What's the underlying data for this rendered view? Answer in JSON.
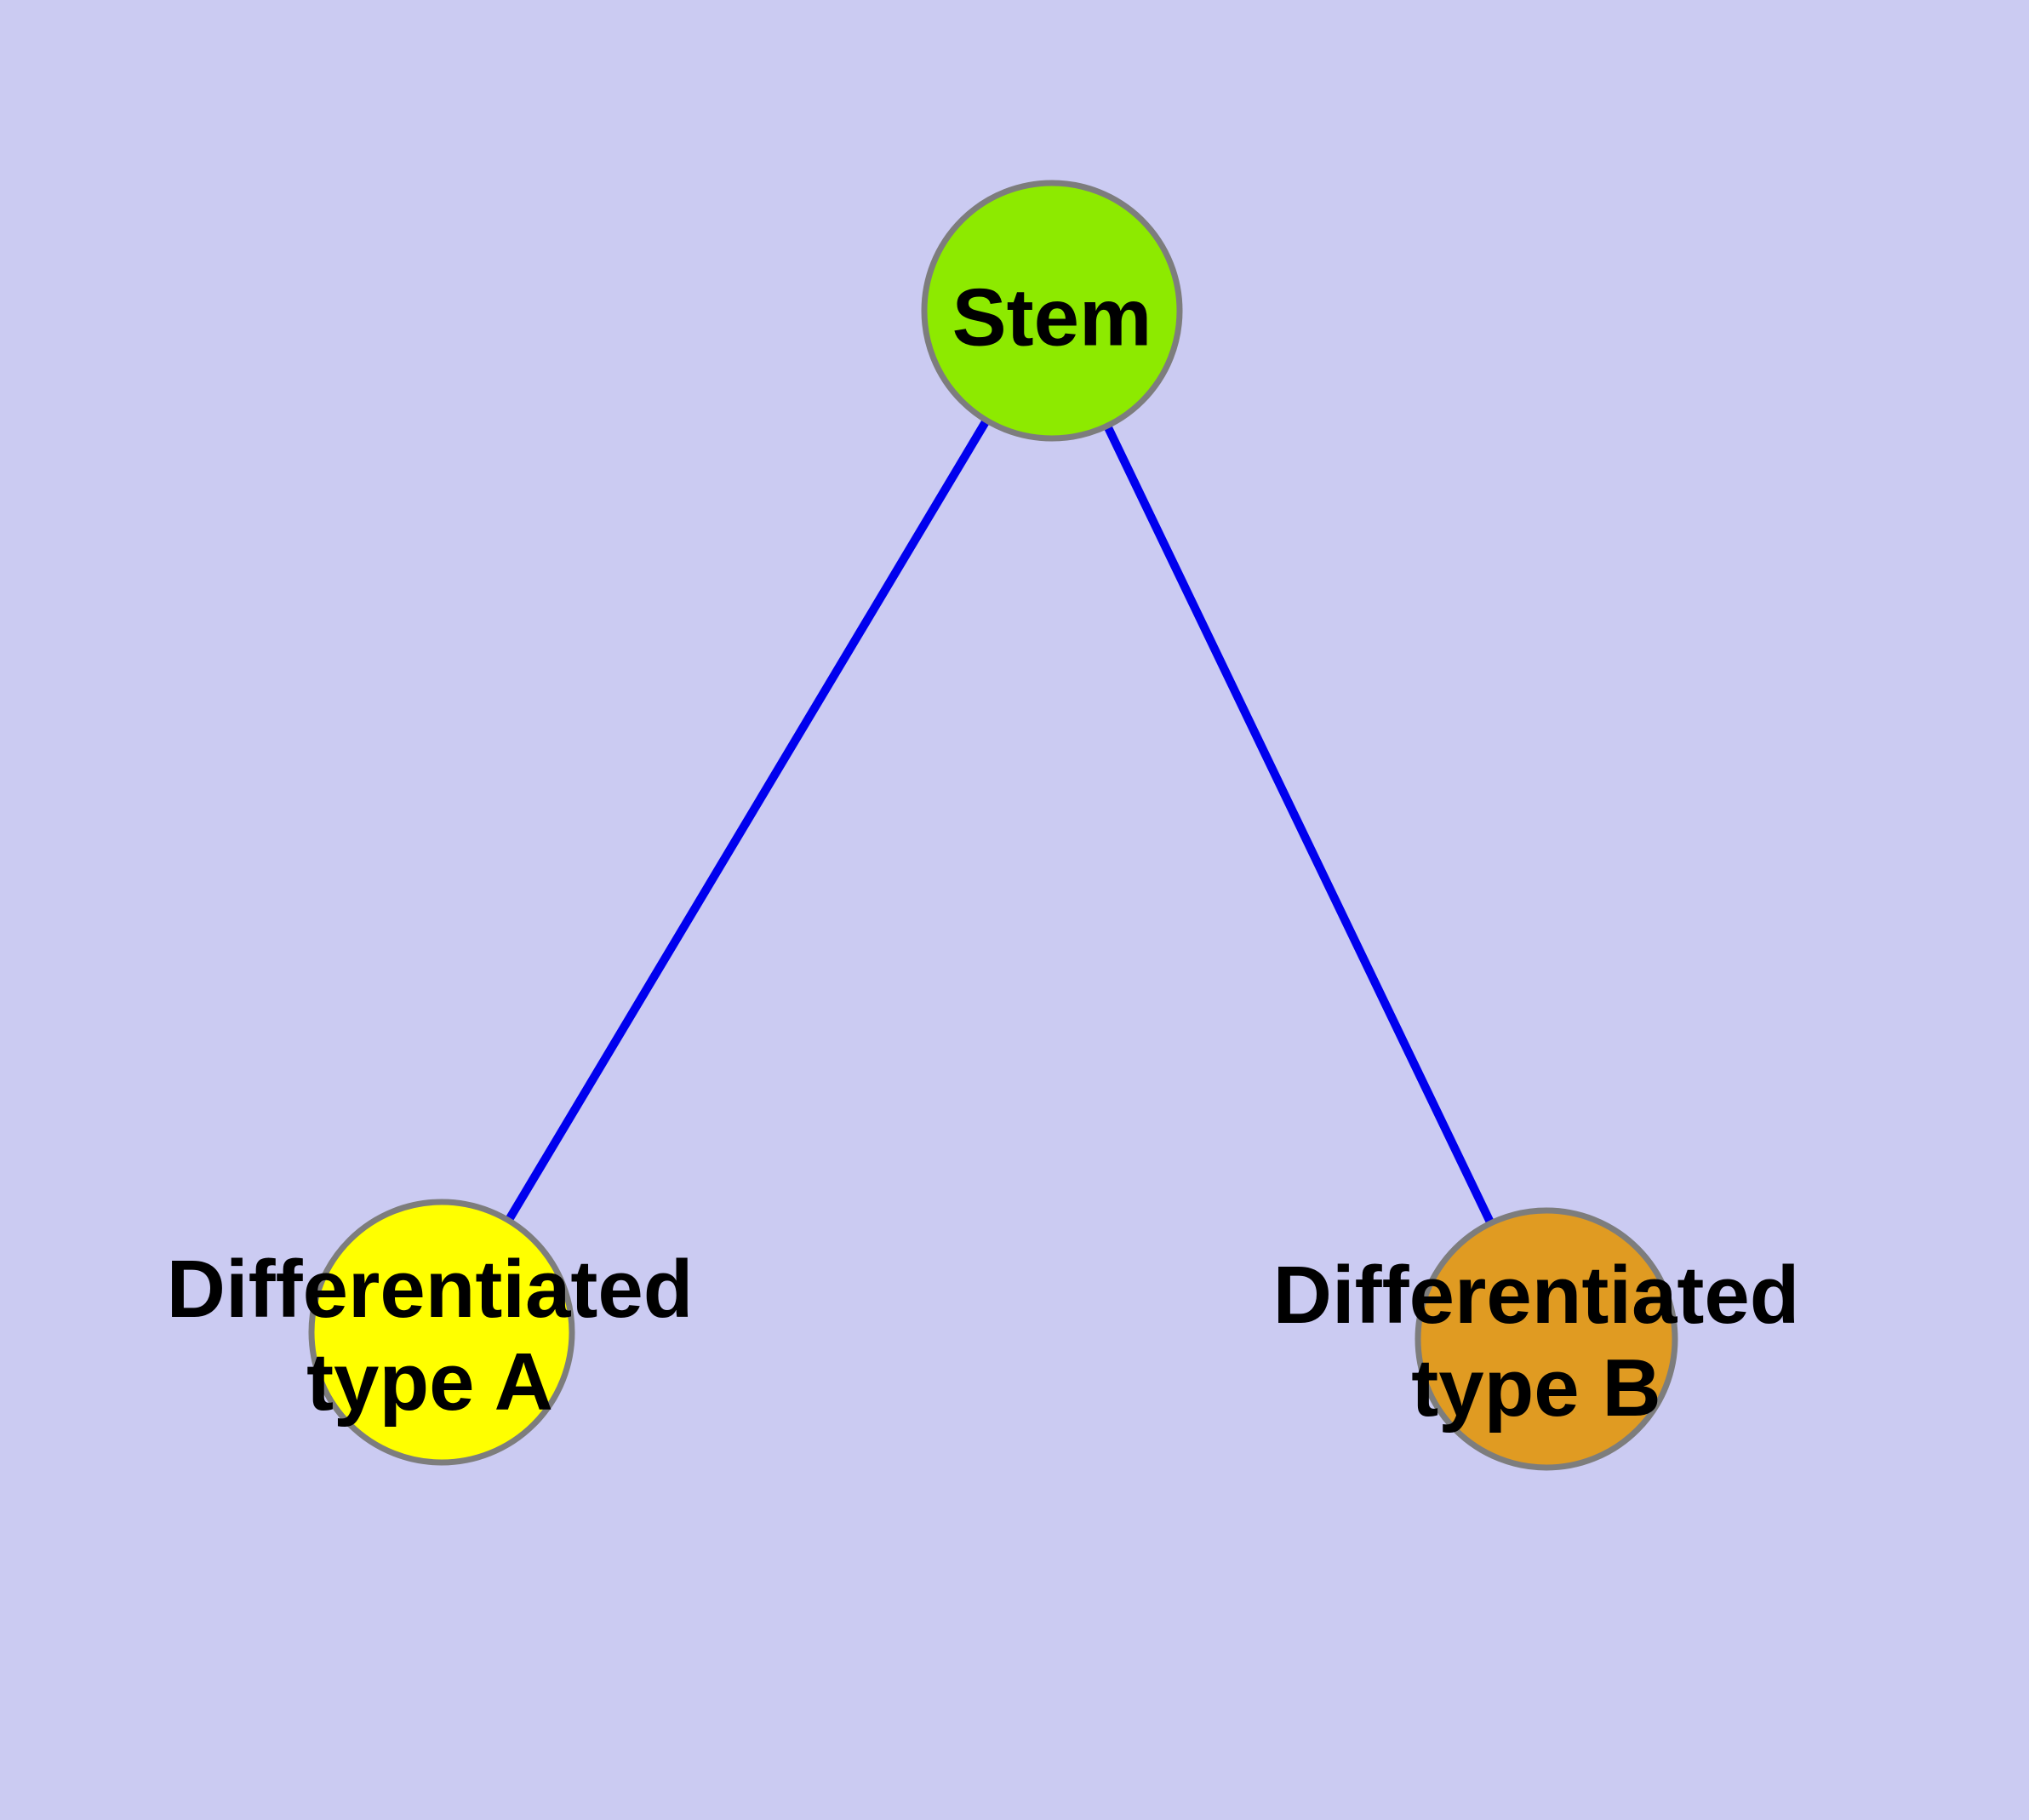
{
  "diagram": {
    "type": "graph",
    "description_title": "",
    "nodes": [
      {
        "id": "stem",
        "label": "Stem",
        "color": "#8dea00"
      },
      {
        "id": "differentiated-type-a",
        "label_line1": "Differentiated",
        "label_line2": "type A",
        "color": "#ffff00"
      },
      {
        "id": "differentiated-type-b",
        "label_line1": "Differentiated",
        "label_line2": "type B",
        "color": "#e09b22"
      }
    ],
    "edges": [
      {
        "from": "stem",
        "to": "differentiated-type-a"
      },
      {
        "from": "stem",
        "to": "differentiated-type-b"
      }
    ]
  },
  "colors": {
    "background": "#cbcbf2",
    "edge": "#0000ee",
    "node_border": "#7d7d7d",
    "label": "#000000"
  }
}
